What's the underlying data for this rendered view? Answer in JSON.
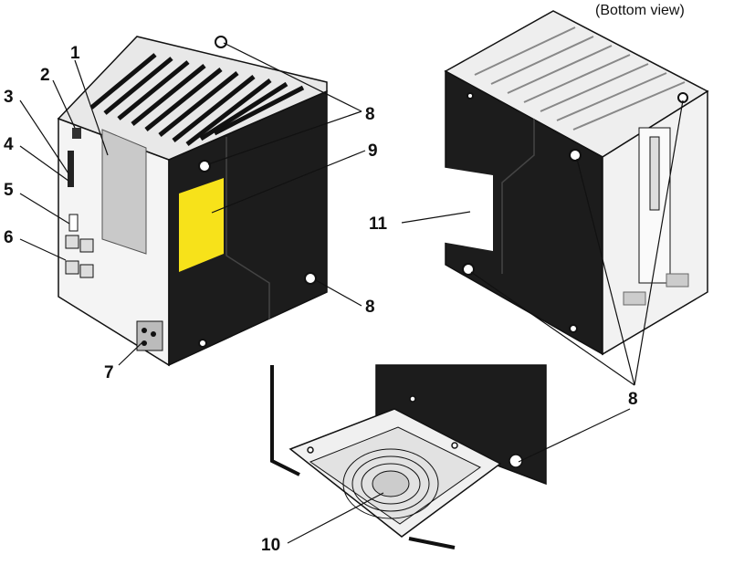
{
  "view_note": "(Bottom view)",
  "callouts": {
    "c1": "1",
    "c2": "2",
    "c3": "3",
    "c4": "4",
    "c5": "5",
    "c6": "6",
    "c7": "7",
    "c8a": "8",
    "c8b": "8",
    "c8c": "8",
    "c9": "9",
    "c10": "10",
    "c11": "11"
  },
  "colors": {
    "housing_black": "#1c1c1c",
    "housing_white": "#f2f2f2",
    "label_yellow": "#f7e21a",
    "label_gray": "#c9c9c9",
    "line": "#111111"
  }
}
